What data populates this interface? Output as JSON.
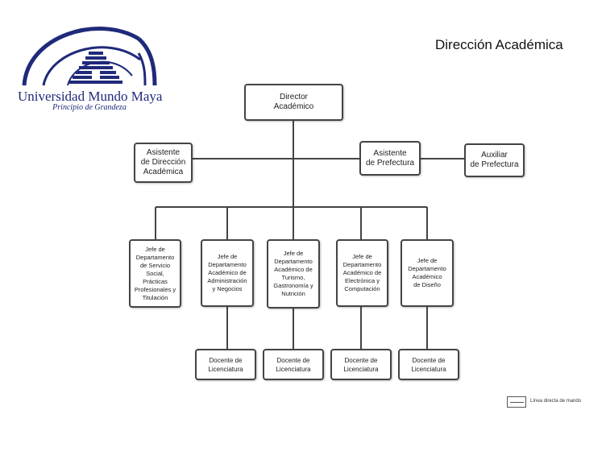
{
  "title": "Dirección Académica",
  "logo": {
    "name": "Universidad Mundo Maya",
    "motto": "Principio de Grandeza",
    "color": "#1f2a7a"
  },
  "nodes": {
    "director": "Director\nAcadémico",
    "asistente_direccion": "Asistente\nde Dirección\nAcadémica",
    "asistente_prefectura": "Asistente\nde Prefectura",
    "auxiliar_prefectura": "Auxiliar\nde Prefectura",
    "jefe_servicio_social": "Jefe de\nDepartamento\nde Servicio Social,\nPrácticas\nProfesionales y\nTitulación",
    "jefe_administracion": "Jefe de\nDepartamento\nAcadémico de\nAdministración\ny Negocios",
    "jefe_turismo": "Jefe de\nDepartamento\nAcadémico de\nTurismo,\nGastronomía y\nNutrición",
    "jefe_electronica": "Jefe de\nDepartamento\nAcadémico de\nElectrónica y\nComputación",
    "jefe_diseno": "Jefe de\nDepartamento\nAcadémico\nde Diseño",
    "docente_1": "Docente de\nLicenciatura",
    "docente_2": "Docente de\nLicenciatura",
    "docente_3": "Docente de\nLicenciatura",
    "docente_4": "Docente de\nLicenciatura"
  },
  "legend": {
    "label": "Línea directa de mando"
  }
}
